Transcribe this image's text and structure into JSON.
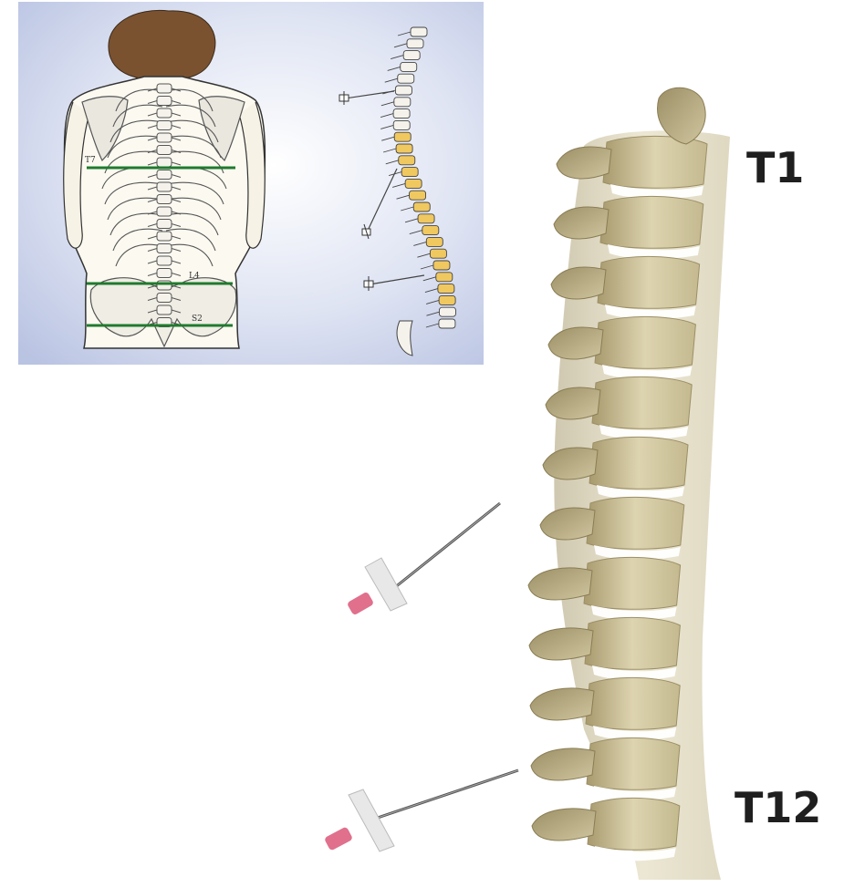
{
  "inset": {
    "level_labels": {
      "upper": "T7",
      "middle": "L4",
      "lower": "S2"
    },
    "line_color": "#1f7a2e",
    "panel_color": "#c4cde8"
  },
  "main": {
    "top_label": "T1",
    "bottom_label": "T12",
    "bone_color": "#d8d0aa",
    "disc_color": "#ffffff",
    "needle_hub_color": "#e0708c"
  }
}
